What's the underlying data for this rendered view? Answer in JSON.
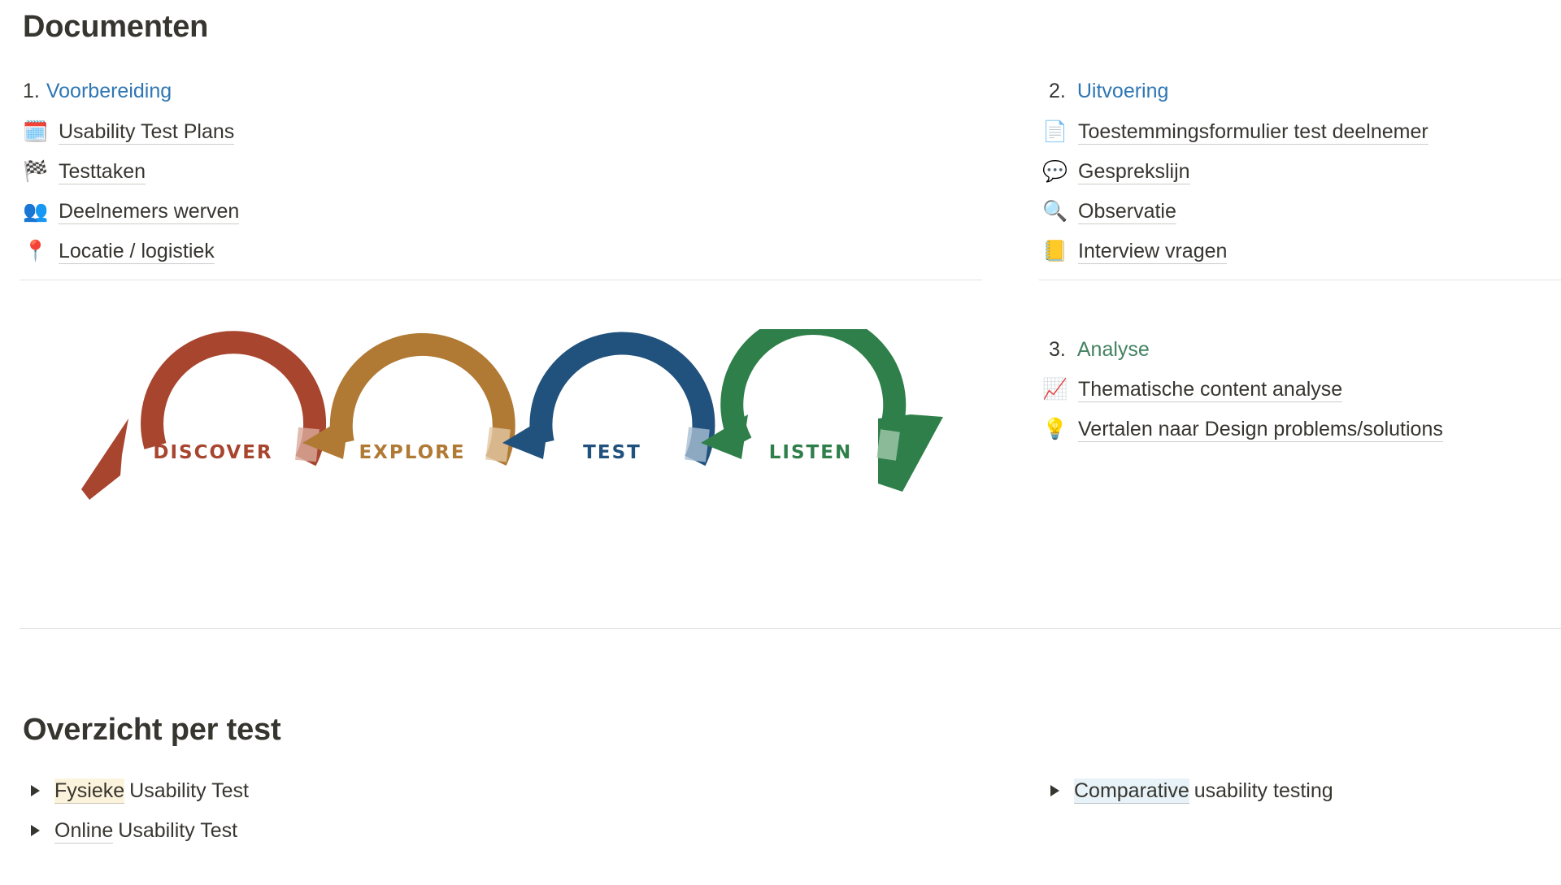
{
  "headings": {
    "documenten": "Documenten",
    "overzicht": "Overzicht per test"
  },
  "sections": [
    {
      "number": "1.",
      "title": "Voorbereiding",
      "color": "#2f77b4",
      "items": [
        {
          "icon": "calendar-icon",
          "glyph": "🗓️",
          "label": "Usability Test Plans"
        },
        {
          "icon": "checkered-flag-icon",
          "glyph": "🏁",
          "label": "Testtaken"
        },
        {
          "icon": "people-icon",
          "glyph": "👥",
          "label": "Deelnemers werven"
        },
        {
          "icon": "pin-icon",
          "glyph": "📍",
          "label": "Locatie / logistiek"
        }
      ]
    },
    {
      "number": "2.",
      "title": "Uitvoering",
      "color": "#2f77b4",
      "items": [
        {
          "icon": "document-icon",
          "glyph": "📄",
          "label": "Toestemmingsformulier test deelnemer"
        },
        {
          "icon": "speech-bubble-icon",
          "glyph": "💬",
          "label": "Gesprekslijn"
        },
        {
          "icon": "magnifier-icon",
          "glyph": "🔍",
          "label": "Observatie"
        },
        {
          "icon": "notepad-icon",
          "glyph": "📒",
          "label": "Interview vragen"
        }
      ]
    },
    {
      "number": "3.",
      "title": "Analyse",
      "color": "#448361",
      "items": [
        {
          "icon": "chart-icon",
          "glyph": "📈",
          "label": "Thematische content analyse"
        },
        {
          "icon": "lightbulb-icon",
          "glyph": "💡",
          "label": "Vertalen naar Design problems/solutions"
        }
      ]
    }
  ],
  "diagram": {
    "stages": [
      {
        "label": "DISCOVER",
        "color": "#a8452f"
      },
      {
        "label": "EXPLORE",
        "color": "#b07a35"
      },
      {
        "label": "TEST",
        "color": "#21527d"
      },
      {
        "label": "LISTEN",
        "color": "#2f7f4a"
      }
    ]
  },
  "toggles": [
    {
      "highlight": "Fysieke",
      "rest": "Usability Test",
      "style": "yellow"
    },
    {
      "highlight": "Online",
      "rest": "Usability Test",
      "style": "plain"
    },
    {
      "highlight": "Comparative",
      "rest": "usability testing",
      "style": "blue"
    }
  ]
}
